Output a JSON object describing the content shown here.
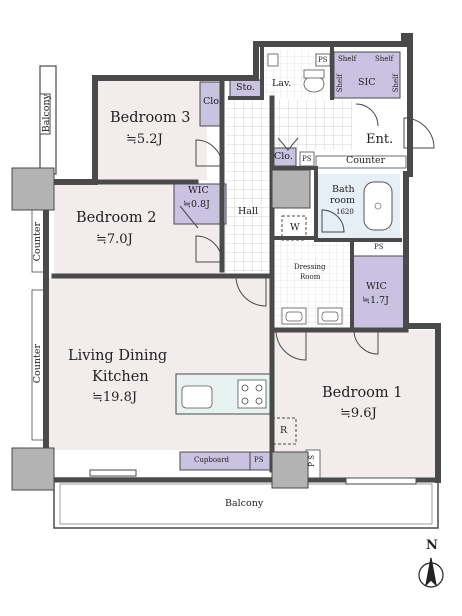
{
  "rooms": {
    "bedroom3": {
      "name": "Bedroom 3",
      "size": "≒5.2J"
    },
    "bedroom2": {
      "name": "Bedroom 2",
      "size": "≒7.0J"
    },
    "ldk": {
      "name_line1": "Living Dining",
      "name_line2": "Kitchen",
      "size": "≒19.8J"
    },
    "bedroom1": {
      "name": "Bedroom 1",
      "size": "≒9.6J"
    },
    "bath": {
      "line1": "Bath",
      "line2": "room",
      "line3": "1620"
    },
    "dressing": {
      "line1": "Dressing",
      "line2": "Room"
    },
    "wic_small": {
      "name": "WIC",
      "size": "≒0.8J"
    },
    "wic_large": {
      "name": "WIC",
      "size": "≒1.7J"
    }
  },
  "labels": {
    "balcony_top": "Balcony",
    "balcony_bottom": "Balcony",
    "counter_left1": "Counter",
    "counter_left2": "Counter",
    "counter_hall": "Counter",
    "closet1": "Clo.",
    "closet2": "Clo.",
    "storage": "Sto.",
    "lavatory": "Lav.",
    "sic": "SIC",
    "entrance": "Ent.",
    "hall": "Hall",
    "washer": "W",
    "refrigerator": "R",
    "cupboard": "Cupboard",
    "ps1": "PS",
    "ps2": "PS",
    "ps3": "PS",
    "ps4": "PS",
    "ps5": "P S",
    "shelf1": "Shelf",
    "shelf2": "Shelf",
    "shelf3": "Shelf",
    "shelf4": "Shelf",
    "north": "N"
  },
  "colors": {
    "wall": "#4a4a4a",
    "floor": "#f2ecec",
    "storage": "#c9c2e0",
    "tile": "#cfcfcf",
    "wet": "#e6eef6"
  }
}
